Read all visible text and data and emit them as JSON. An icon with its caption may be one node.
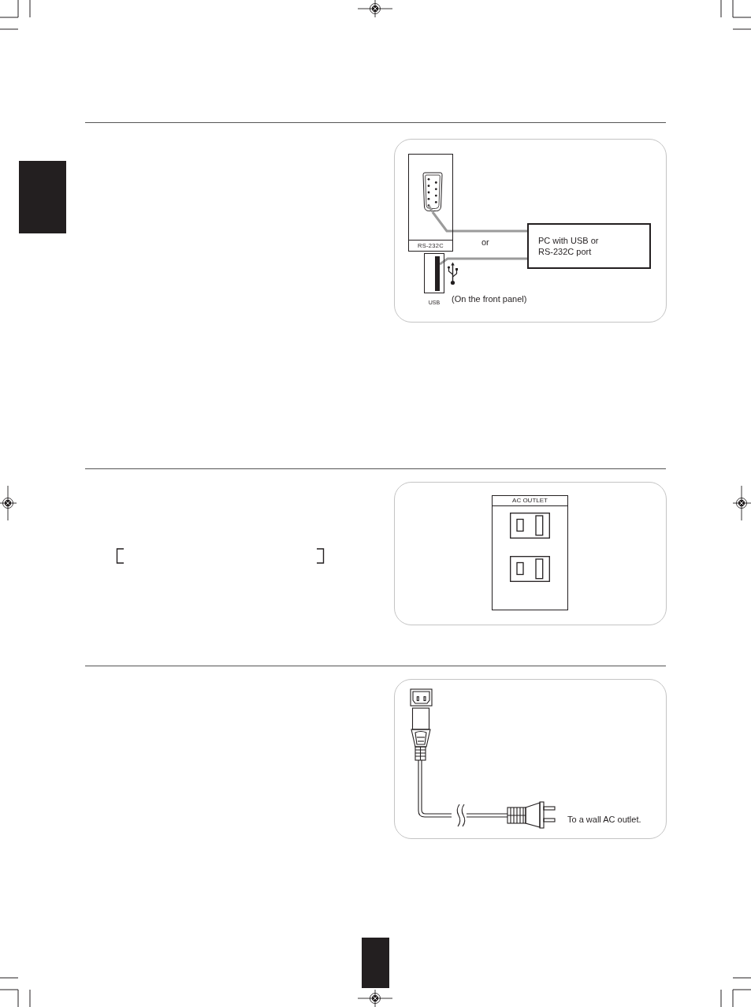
{
  "diagram": {
    "nodes": [
      {
        "text": [
          "RS-232C"
        ]
      },
      {
        "text": [],
        "shape": "picture",
        "in": 0
      },
      {
        "text": [
          "USB"
        ]
      },
      {
        "text": [],
        "shape": "bar",
        "in": 2
      },
      {
        "text": [
          "PC with USB or RS-232C port"
        ]
      },
      {
        "text": [
          "AC OUTLET"
        ]
      }
    ],
    "edges": [
      {
        "from": 1,
        "to": 4,
        "arrow": "none"
      },
      {
        "from": 3,
        "to": 4,
        "arrow": "none"
      }
    ],
    "labels": [
      "or",
      "(On the front panel)",
      "To a wall AC outlet."
    ]
  }
}
